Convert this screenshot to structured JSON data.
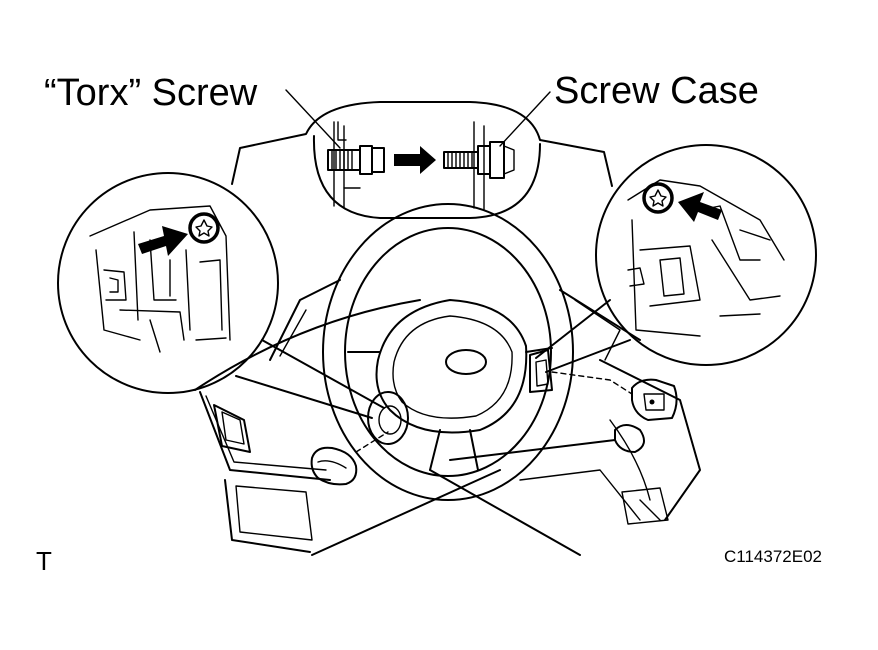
{
  "labels": {
    "torx_screw": "“Torx” Screw",
    "screw_case": "Screw Case",
    "corner_mark": "T",
    "figure_code": "C114372E02"
  },
  "icons": {
    "arrow_left_callout": "filled-arrow-icon",
    "arrow_right_callout": "filled-arrow-icon",
    "arrow_middle_callout": "filled-arrow-icon",
    "torx_head": "star-icon"
  },
  "colors": {
    "line": "#000000",
    "background": "#ffffff"
  }
}
